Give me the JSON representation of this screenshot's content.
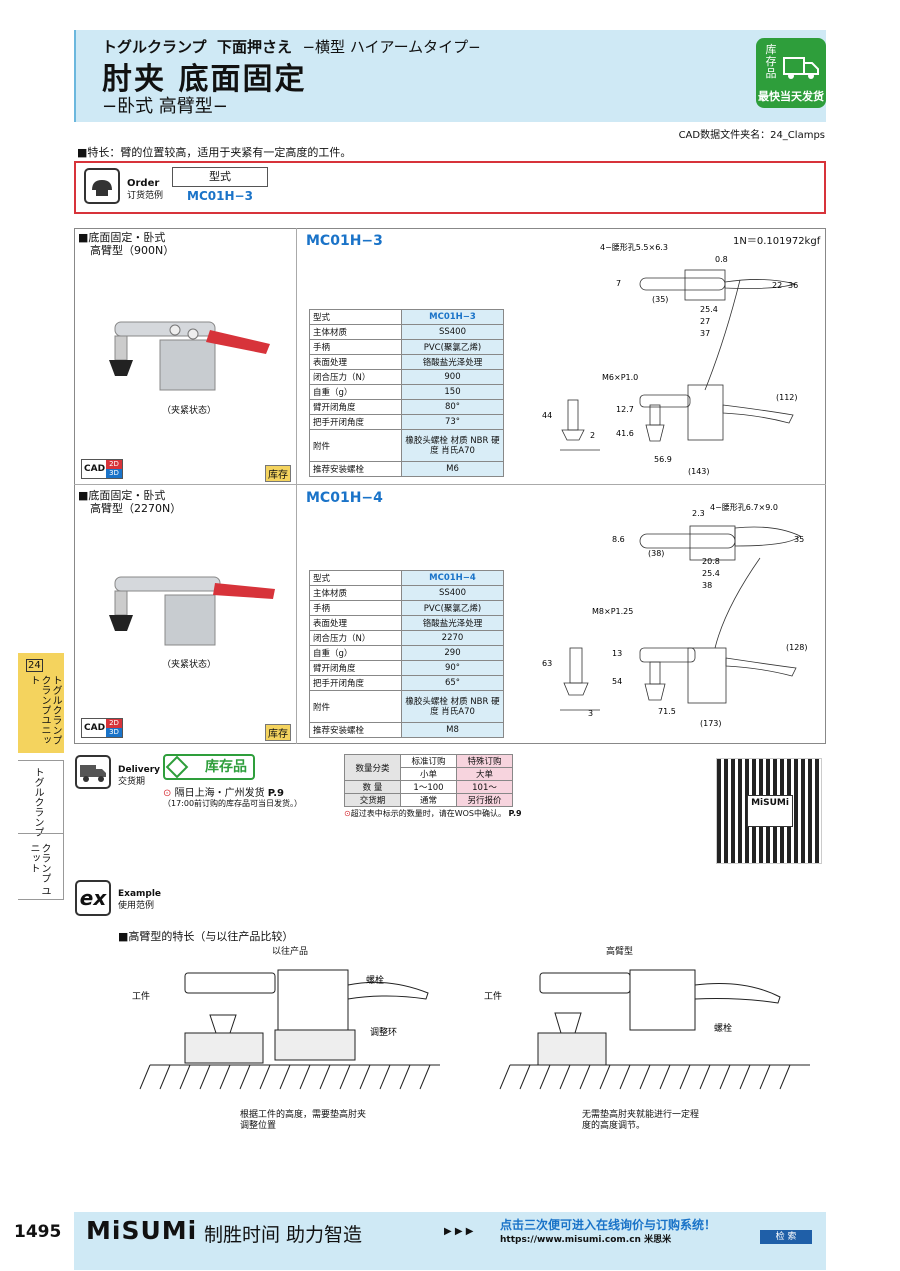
{
  "header": {
    "jp_prefix": "トグルクランプ",
    "jp_main": "下面押さえ",
    "jp_suffix": "−横型 ハイアームタイプ−",
    "cn_title": "肘夹 底面固定",
    "cn_subtitle": "−卧式 高臂型−",
    "badge_top": "库存品",
    "badge_bottom": "最快当天发货"
  },
  "cad_folder": "CAD数据文件夹名：24_Clamps",
  "feature": "■特长：臂的位置较高，适用于夹紧有一定高度的工件。",
  "order": {
    "label_en": "Order",
    "label_cn": "订货范例",
    "col_header": "型式",
    "value": "MC01H−3"
  },
  "products": [
    {
      "title_line1": "■底面固定・卧式",
      "title_line2": "高臂型（900N）",
      "state": "（夹紧状态）",
      "model": "MC01H−3",
      "note": "1N＝0.101972kgf",
      "spec": [
        {
          "k": "型式",
          "v": "MC01H−3"
        },
        {
          "k": "主体材质",
          "v": "SS400"
        },
        {
          "k": "手柄",
          "v": "PVC(聚氯乙烯)"
        },
        {
          "k": "表面处理",
          "v": "铬酸盐光泽处理"
        },
        {
          "k": "闭合压力（N）",
          "v": "900"
        },
        {
          "k": "自重（g）",
          "v": "150"
        },
        {
          "k": "臂开闭角度",
          "v": "80°"
        },
        {
          "k": "把手开闭角度",
          "v": "73°"
        },
        {
          "k": "附件",
          "v": "橡胶头螺栓 材质 NBR 硬度 肖氏A70"
        },
        {
          "k": "推荐安装螺栓",
          "v": "M6"
        }
      ],
      "dims": {
        "slot": "4−腰形孔5.5×6.3",
        "d1": "0.8",
        "d2": "7",
        "d3": "(35)",
        "d4": "25.4",
        "d5": "27",
        "d6": "37",
        "d7": "22",
        "d8": "36",
        "thread": "M6×P1.0",
        "d9": "44",
        "d10": "12.7",
        "d11": "41.6",
        "d12": "2",
        "d13": "56.9",
        "d14": "(143)",
        "d15": "(112)"
      },
      "cad": "CAD",
      "cad2d": "2D",
      "cad3d": "3D",
      "stock": "库存"
    },
    {
      "title_line1": "■底面固定・卧式",
      "title_line2": "高臂型（2270N）",
      "state": "（夹紧状态）",
      "model": "MC01H−4",
      "spec": [
        {
          "k": "型式",
          "v": "MC01H−4"
        },
        {
          "k": "主体材质",
          "v": "SS400"
        },
        {
          "k": "手柄",
          "v": "PVC(聚氯乙烯)"
        },
        {
          "k": "表面处理",
          "v": "铬酸盐光泽处理"
        },
        {
          "k": "闭合压力（N）",
          "v": "2270"
        },
        {
          "k": "自重（g）",
          "v": "290"
        },
        {
          "k": "臂开闭角度",
          "v": "90°"
        },
        {
          "k": "把手开闭角度",
          "v": "65°"
        },
        {
          "k": "附件",
          "v": "橡胶头螺栓 材质 NBR 硬度 肖氏A70"
        },
        {
          "k": "推荐安装螺栓",
          "v": "M8"
        }
      ],
      "dims": {
        "slot": "4−腰形孔6.7×9.0",
        "d1": "2.3",
        "d2": "8.6",
        "d3": "(38)",
        "d4": "20.8",
        "d5": "25.4",
        "d6": "38",
        "d7": "35",
        "thread": "M8×P1.25",
        "d9": "63",
        "d10": "13",
        "d11": "54",
        "d12": "3",
        "d13": "71.5",
        "d14": "(173)",
        "d15": "(128)"
      },
      "cad": "CAD",
      "cad2d": "2D",
      "cad3d": "3D",
      "stock": "库存"
    }
  ],
  "side": {
    "num": "24",
    "tab1": "トグルクランプ クランプユニット",
    "tab2a": "トグルクランプ",
    "tab2b": "クランプ ユニット"
  },
  "delivery": {
    "label_en": "Delivery",
    "label_cn": "交货期",
    "stock_btn": "库存品",
    "ship": "隔日上海・广州发货",
    "ship_ref": "P.9",
    "note": "（17:00前订购的库存品可当日发货。）",
    "table": {
      "h_cat": "数量分类",
      "h_std": "标准订购",
      "h_spec": "特殊订购",
      "small": "小单",
      "large": "大单",
      "qty_label": "数 量",
      "qty_std": "1〜100",
      "qty_spec": "101〜",
      "date_label": "交货期",
      "date_std": "通常",
      "date_spec": "另行报价"
    },
    "footnote": "超过表中标示的数量时，请在WOS中确认。",
    "footnote_ref": "P.9"
  },
  "qr_brand": "MiSUMi",
  "example": {
    "label_en": "Example",
    "label_cn": "使用范例",
    "section": "■高臂型的特长（与以往产品比较）",
    "left_title": "以往产品",
    "right_title": "高臂型",
    "workpiece": "工件",
    "bolt": "螺栓",
    "ring": "调整环",
    "left_caption": "根据工件的高度，需要垫高肘夹调整位置",
    "right_caption": "无需垫高肘夹就能进行一定程度的高度调节。"
  },
  "footer": {
    "page": "1495",
    "logo": "MiSUMi",
    "slogan": "制胜时间 助力智造",
    "arrows": "▶ ▶ ▶",
    "cta": "点击三次便可进入在线询价与订购系统！",
    "url": "https://www.misumi.com.cn",
    "url_suffix": "米思米",
    "search": "检 索"
  }
}
